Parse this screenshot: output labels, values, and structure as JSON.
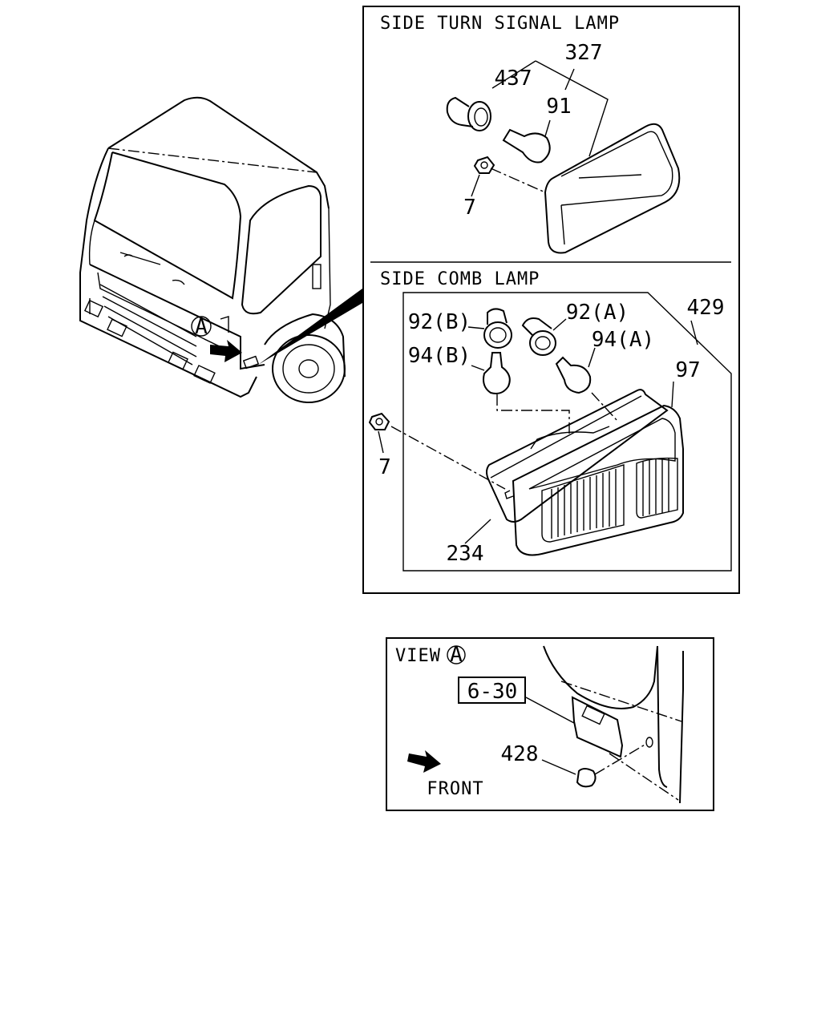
{
  "headings": {
    "turn_signal": "SIDE TURN SIGNAL LAMP",
    "comb_lamp": "SIDE COMB LAMP",
    "view": "VIEW",
    "view_circle": "A",
    "cab_circle": "A"
  },
  "turn_signal_parts": {
    "p327": "327",
    "p437": "437",
    "p91": "91",
    "p7": "7"
  },
  "comb_lamp_parts": {
    "p429": "429",
    "p92b": "92(B)",
    "p92a": "92(A)",
    "p94b": "94(B)",
    "p94a": "94(A)",
    "p97": "97",
    "p7": "7",
    "p234": "234"
  },
  "view_parts": {
    "ref_box": "6-30",
    "p428": "428",
    "front": "FRONT"
  }
}
